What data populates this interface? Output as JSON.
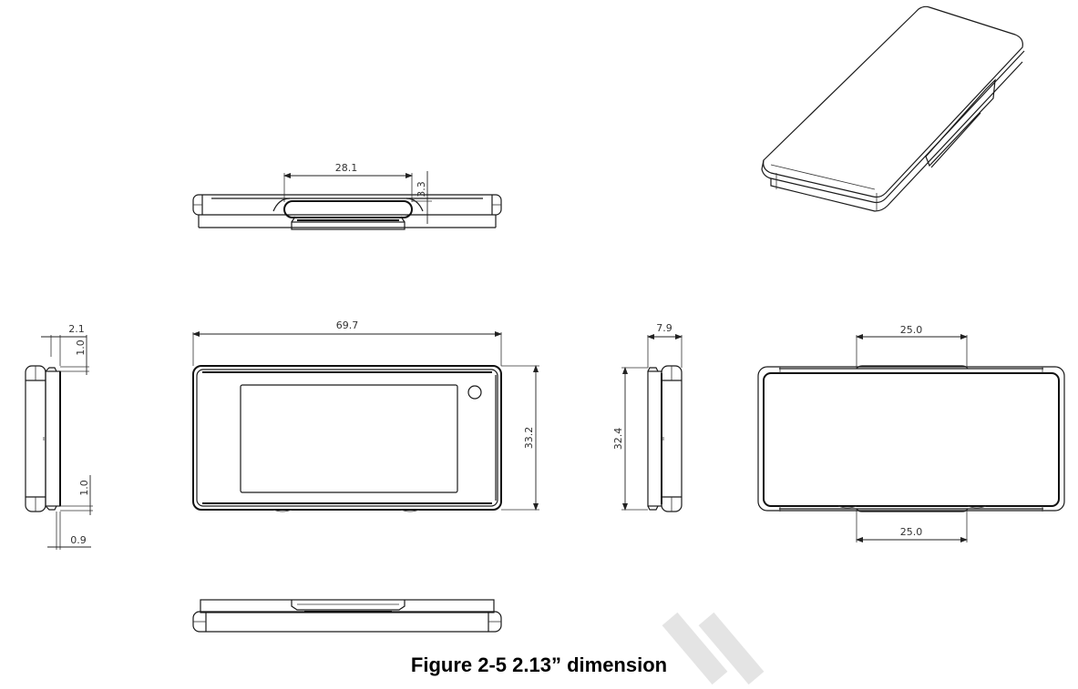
{
  "figure": {
    "caption": "Figure 2-5 2.13” dimension"
  },
  "views": {
    "top_view": {
      "dims": {
        "slot_width": "28.1",
        "slot_height": "3.3"
      }
    },
    "left_side_view": {
      "dims": {
        "top_offset": "2.1",
        "top_step": "1.0",
        "bottom_step": "1.0",
        "bottom_offset": "0.9"
      }
    },
    "front_view": {
      "dims": {
        "width": "69.7",
        "height": "33.2"
      }
    },
    "right_side_view": {
      "dims": {
        "depth": "7.9",
        "height": "32.4"
      }
    },
    "back_view": {
      "dims": {
        "top_clip_width": "25.0",
        "bottom_clip_width": "25.0"
      }
    },
    "bottom_view": {},
    "isometric_view": {}
  },
  "colors": {
    "line": "#1a1a1a",
    "dimension_text": "#333333",
    "watermark": "#e4e4e4"
  }
}
